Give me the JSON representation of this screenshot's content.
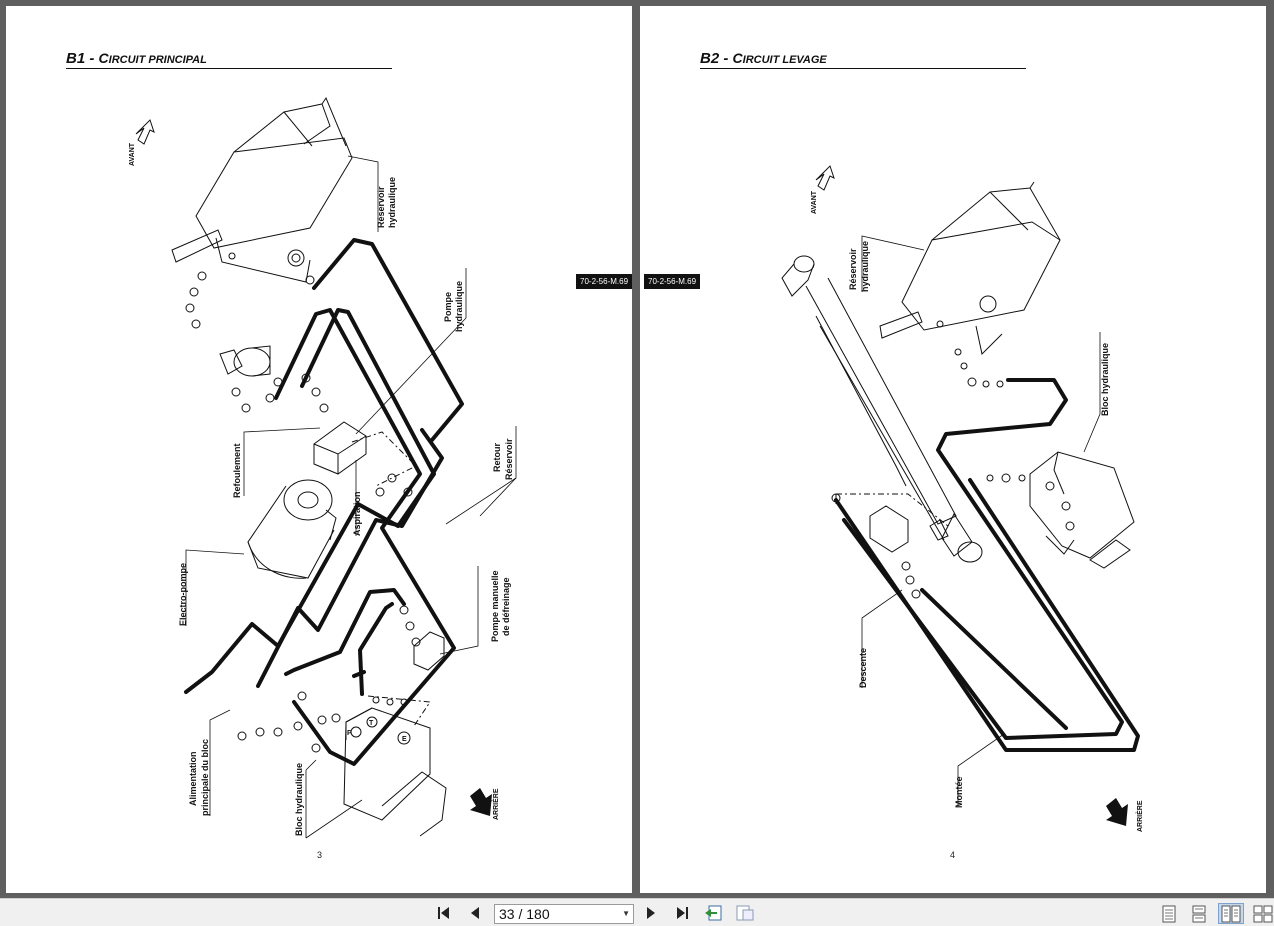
{
  "pages": [
    {
      "prefix": "B1 - ",
      "title_cap": "C",
      "title_rest": "ircuit principal",
      "ref": "70-2-56-M.69",
      "number": "3",
      "labels": {
        "front": "AVANT",
        "rear": "ARRIÈRE",
        "tank_1": "Réservoir",
        "tank_2": "hydraulique",
        "pump_1": "Pompe",
        "pump_2": "hydraulique",
        "refoulement": "Refoulement",
        "aspiration": "Aspiration",
        "retour_1": "Retour",
        "retour_2": "Réservoir",
        "electro": "Electro-pompe",
        "manual_1": "Pompe manuelle",
        "manual_2": "de défreinage",
        "alim_1": "Alimentation",
        "alim_2": "principale du bloc",
        "bloc": "Bloc hydraulique",
        "port_p": "P",
        "port_t": "T",
        "port_e": "E"
      }
    },
    {
      "prefix": "B2 - ",
      "title_cap": "C",
      "title_rest": "ircuit levage",
      "ref": "70-2-56-M.69",
      "number": "4",
      "labels": {
        "front": "AVANT",
        "rear": "ARRIÈRE",
        "tank_1": "Réservoir",
        "tank_2": "hydraulique",
        "bloc": "Bloc hydraulique",
        "descente": "Descente",
        "montee": "Montée"
      }
    }
  ],
  "toolbar": {
    "page_indicator": "33 / 180",
    "icons": [
      "first-page-icon",
      "previous-page-icon",
      "next-page-icon",
      "last-page-icon",
      "go-back-icon",
      "go-forward-icon",
      "single-page-view-icon",
      "continuous-view-icon",
      "two-page-view-icon",
      "two-page-continuous-view-icon"
    ]
  }
}
